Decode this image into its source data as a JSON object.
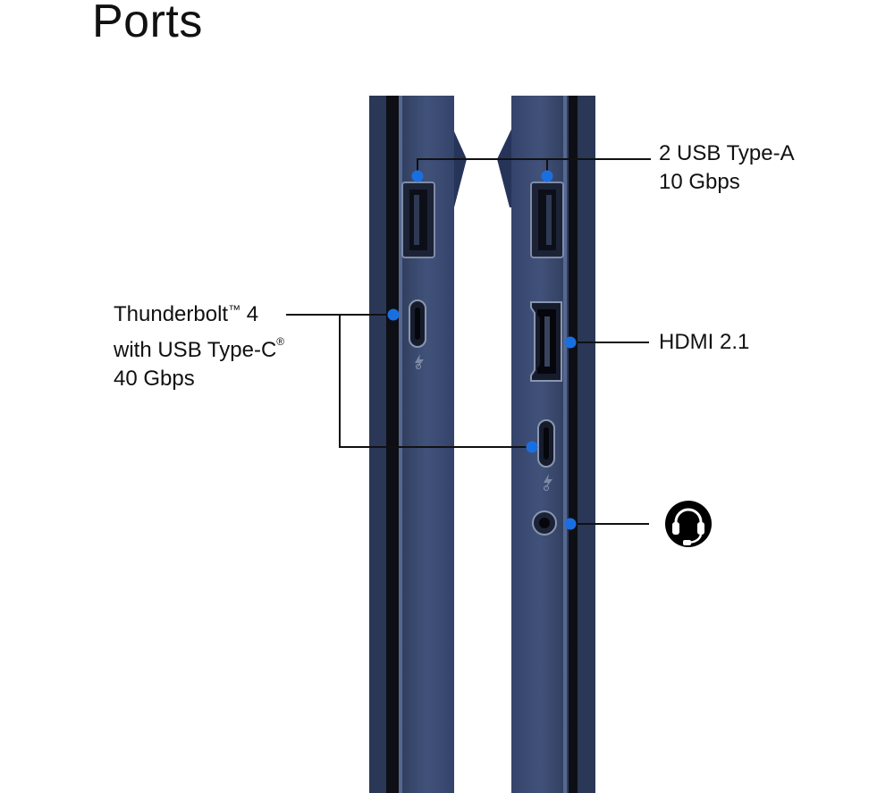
{
  "title": "Ports",
  "labels": {
    "usb_a_line1": "2 USB Type-A",
    "usb_a_line2": "10 Gbps",
    "hdmi": "HDMI 2.1",
    "tb_line1_main": "Thunderbolt",
    "tb_line1_tm": "™",
    "tb_line1_num": " 4",
    "tb_line2_main": "with USB Type-C",
    "tb_line2_reg": "®",
    "tb_line3": "40 Gbps"
  },
  "icons": {
    "audio_jack": "headset-icon",
    "thunderbolt": "lightning-icon"
  },
  "colors": {
    "chassis": "#3a4968",
    "chassis_dark": "#253150",
    "chassis_edge": "#0d0f14",
    "port_dot": "#1a6fe0",
    "callout_line": "#111111"
  }
}
